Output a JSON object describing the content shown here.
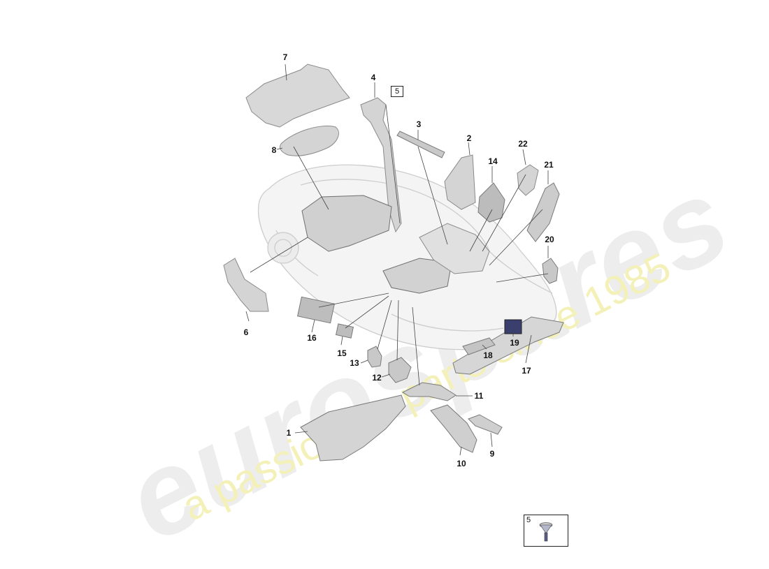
{
  "watermark": {
    "brand": "eurospares",
    "tagline": "a passion for parts since 1985",
    "brand_color": "#e9e9e9",
    "tagline_color": "#f2f0b4"
  },
  "callouts": [
    {
      "id": "1",
      "label": "1"
    },
    {
      "id": "2",
      "label": "2"
    },
    {
      "id": "3",
      "label": "3"
    },
    {
      "id": "4",
      "label": "4"
    },
    {
      "id": "5",
      "label": "5",
      "boxed": true
    },
    {
      "id": "6",
      "label": "6"
    },
    {
      "id": "7",
      "label": "7"
    },
    {
      "id": "8",
      "label": "8"
    },
    {
      "id": "9",
      "label": "9"
    },
    {
      "id": "10",
      "label": "10"
    },
    {
      "id": "11",
      "label": "11"
    },
    {
      "id": "12",
      "label": "12"
    },
    {
      "id": "13",
      "label": "13"
    },
    {
      "id": "14",
      "label": "14"
    },
    {
      "id": "15",
      "label": "15"
    },
    {
      "id": "16",
      "label": "16"
    },
    {
      "id": "17",
      "label": "17"
    },
    {
      "id": "18",
      "label": "18"
    },
    {
      "id": "19",
      "label": "19"
    },
    {
      "id": "20",
      "label": "20"
    },
    {
      "id": "21",
      "label": "21"
    },
    {
      "id": "22",
      "label": "22"
    }
  ],
  "legend": {
    "label": "5",
    "icon": "clip-fastener-icon"
  },
  "colors": {
    "part_fill": "#d9d9d9",
    "part_stroke": "#8a8a8a",
    "car_outline": "#cfcfcf",
    "leader": "#333333",
    "label": "#111111"
  }
}
